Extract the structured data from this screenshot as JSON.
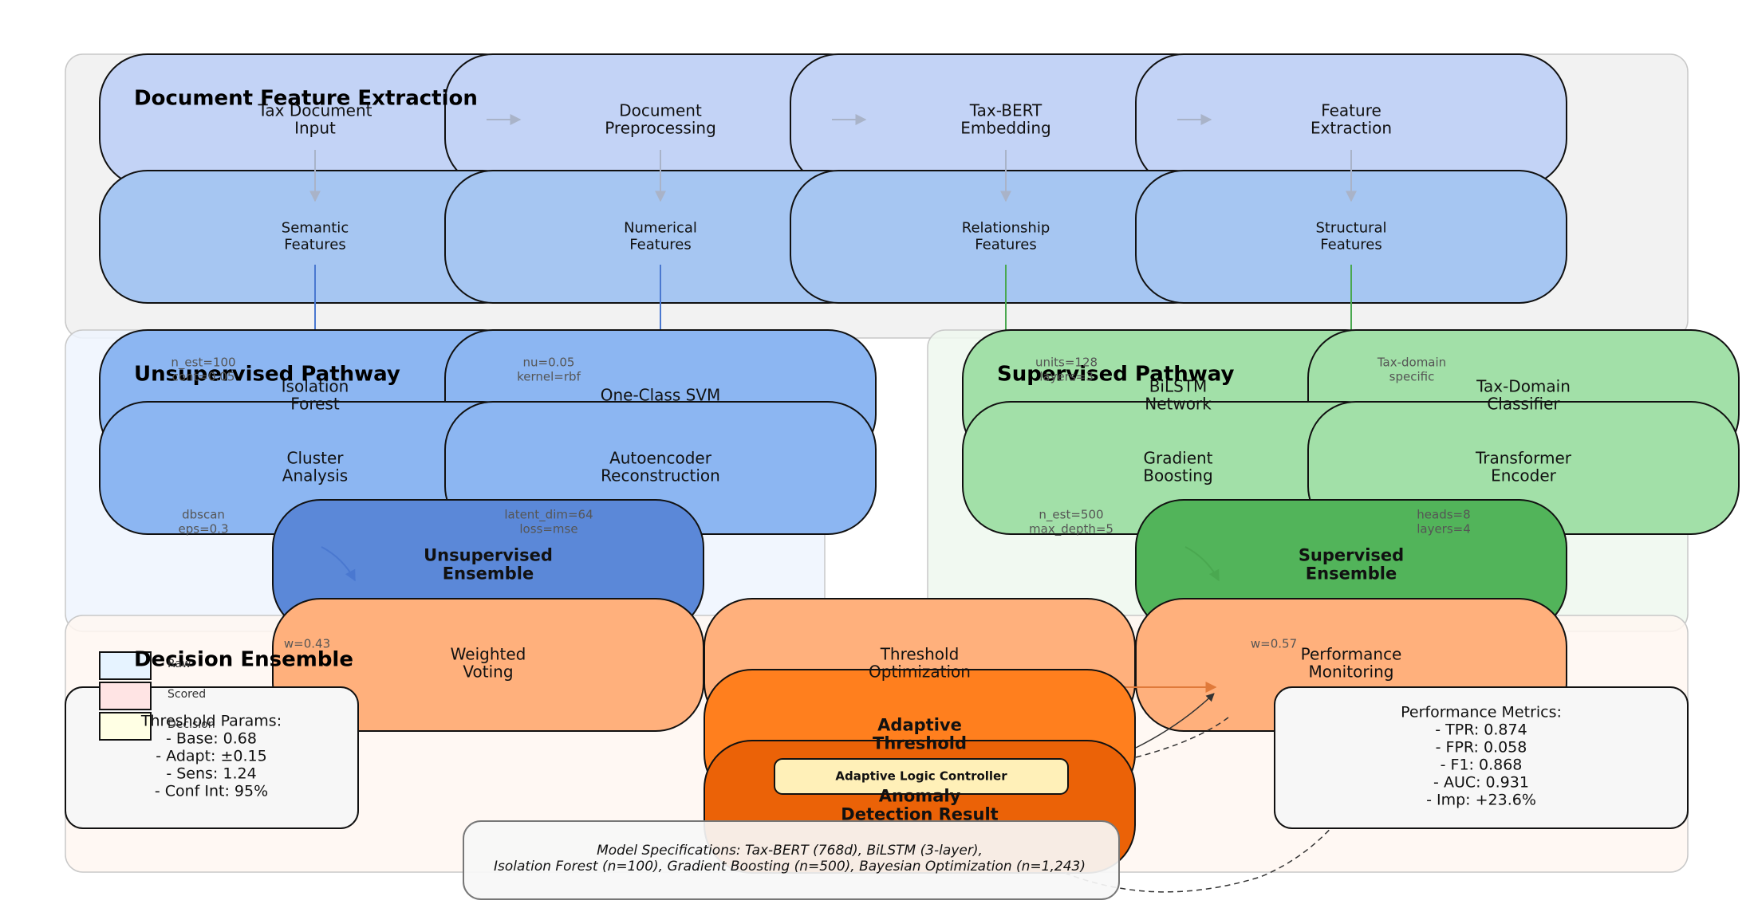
{
  "panels": {
    "extraction": "Document Feature Extraction",
    "unsupervised": "Unsupervised Pathway",
    "supervised": "Supervised Pathway",
    "decision": "Decision Ensemble"
  },
  "nodes": {
    "tax_input": [
      "Tax Document",
      "Input"
    ],
    "preprocess": [
      "Document",
      "Preprocessing"
    ],
    "embedding": [
      "Tax-BERT",
      "Embedding"
    ],
    "feature_extraction": [
      "Feature",
      "Extraction"
    ],
    "semantic": [
      "Semantic",
      "Features"
    ],
    "numerical": [
      "Numerical",
      "Features"
    ],
    "relationship": [
      "Relationship",
      "Features"
    ],
    "structural": [
      "Structural",
      "Features"
    ],
    "isolation_forest": [
      "Isolation",
      "Forest"
    ],
    "ocsvm": [
      "One-Class SVM"
    ],
    "cluster": [
      "Cluster",
      "Analysis"
    ],
    "autoencoder": [
      "Autoencoder",
      "Reconstruction"
    ],
    "unsup_ensemble": [
      "Unsupervised",
      "Ensemble"
    ],
    "bilstm": [
      "BiLSTM",
      "Network"
    ],
    "taxdomain": [
      "Tax-Domain",
      "Classifier"
    ],
    "gradient": [
      "Gradient",
      "Boosting"
    ],
    "transformer": [
      "Transformer",
      "Encoder"
    ],
    "sup_ensemble": [
      "Supervised",
      "Ensemble"
    ],
    "weighted_voting": [
      "Weighted",
      "Voting"
    ],
    "threshold_opt": [
      "Threshold",
      "Optimization"
    ],
    "perf_monitor": [
      "Performance",
      "Monitoring"
    ],
    "adaptive_threshold": [
      "Adaptive",
      "Threshold"
    ],
    "anomaly_result": [
      "Anomaly",
      "Detection Result"
    ],
    "logic_controller": "Adaptive Logic Controller"
  },
  "params": {
    "isolation_forest": [
      "n_est=100",
      "cont=0.05"
    ],
    "ocsvm": [
      "nu=0.05",
      "kernel=rbf"
    ],
    "bilstm": [
      "units=128",
      "layers=3"
    ],
    "taxdomain": [
      "Tax-domain",
      "specific"
    ],
    "cluster": [
      "dbscan",
      "eps=0.3"
    ],
    "autoencoder": [
      "latent_dim=64",
      "loss=mse"
    ],
    "gradient": [
      "n_est=500",
      "max_depth=5"
    ],
    "transformer": [
      "heads=8",
      "layers=4"
    ],
    "w_unsup": "w=0.43",
    "w_sup": "w=0.57"
  },
  "legend": [
    "Raw",
    "Scored",
    "Decision"
  ],
  "threshold_params": [
    "Threshold Params:",
    "- Base: 0.68",
    "- Adapt: ±0.15",
    "- Sens: 1.24",
    "- Conf Int: 95%"
  ],
  "performance_metrics": [
    "Performance Metrics:",
    "- TPR: 0.874",
    "- FPR: 0.058",
    "- F1: 0.868",
    "- AUC: 0.931",
    "- Imp: +23.6%"
  ],
  "model_specs": [
    "Model Specifications: Tax-BERT (768d), BiLSTM (3-layer),",
    "Isolation Forest (n=100), Gradient Boosting (n=500), Bayesian Optimization (n=1,243)"
  ],
  "colors": {
    "extraction_top": "#c3d3f6",
    "extraction_feat": "#a6c6f2",
    "unsup_model": "#8cb6f2",
    "unsup_ensemble": "#5b88d8",
    "sup_model": "#a2e0a8",
    "sup_ensemble": "#52b45a",
    "decision_node": "#ffb07c",
    "adaptive": "#ff7f1e",
    "anomaly": "#eb6207",
    "controller": "#fff0b8"
  }
}
